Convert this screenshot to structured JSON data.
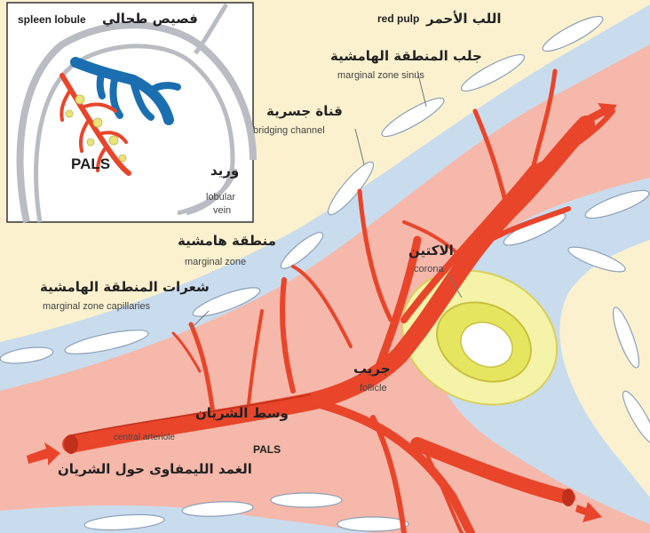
{
  "inset": {
    "title_en": "spleen lobule",
    "title_ar": "فصيص طحالي",
    "pals": "PALS",
    "vein_ar": "وريد",
    "vein_en_1": "lobular",
    "vein_en_2": "vein"
  },
  "labels": {
    "red_pulp_en": "red pulp",
    "red_pulp_ar": "اللب الأحمر",
    "sinus_ar": "جلب المنطقة الهامشية",
    "sinus_en": "marginal zone sinus",
    "bridging_ar": "قناة جسرية",
    "bridging_en": "bridging channel",
    "marginal_ar": "منطقة هامشية",
    "marginal_en": "marginal zone",
    "capillaries_ar": "شعرات المنطقة الهامشية",
    "capillaries_en": "marginal zone capillaries",
    "corona_ar": "الاكتين",
    "corona_en": "corona",
    "follicle_ar": "جريب",
    "follicle_en": "follicle",
    "central_artery_ar": "وسط الشريان",
    "central_artery_en": "central arteriole",
    "pals_en": "PALS",
    "pals_ar": "الغمد الليمفاوى حول الشريان"
  },
  "colors": {
    "background": "#fbf1cf",
    "marginal_zone": "#c9dcee",
    "pals_sheath": "#f6b8aa",
    "artery": "#e8452b",
    "corona": "#f4f3a8",
    "follicle": "#e6e560",
    "vein_blue": "#1b6fb0",
    "sinus_cell": "#ffffff"
  }
}
